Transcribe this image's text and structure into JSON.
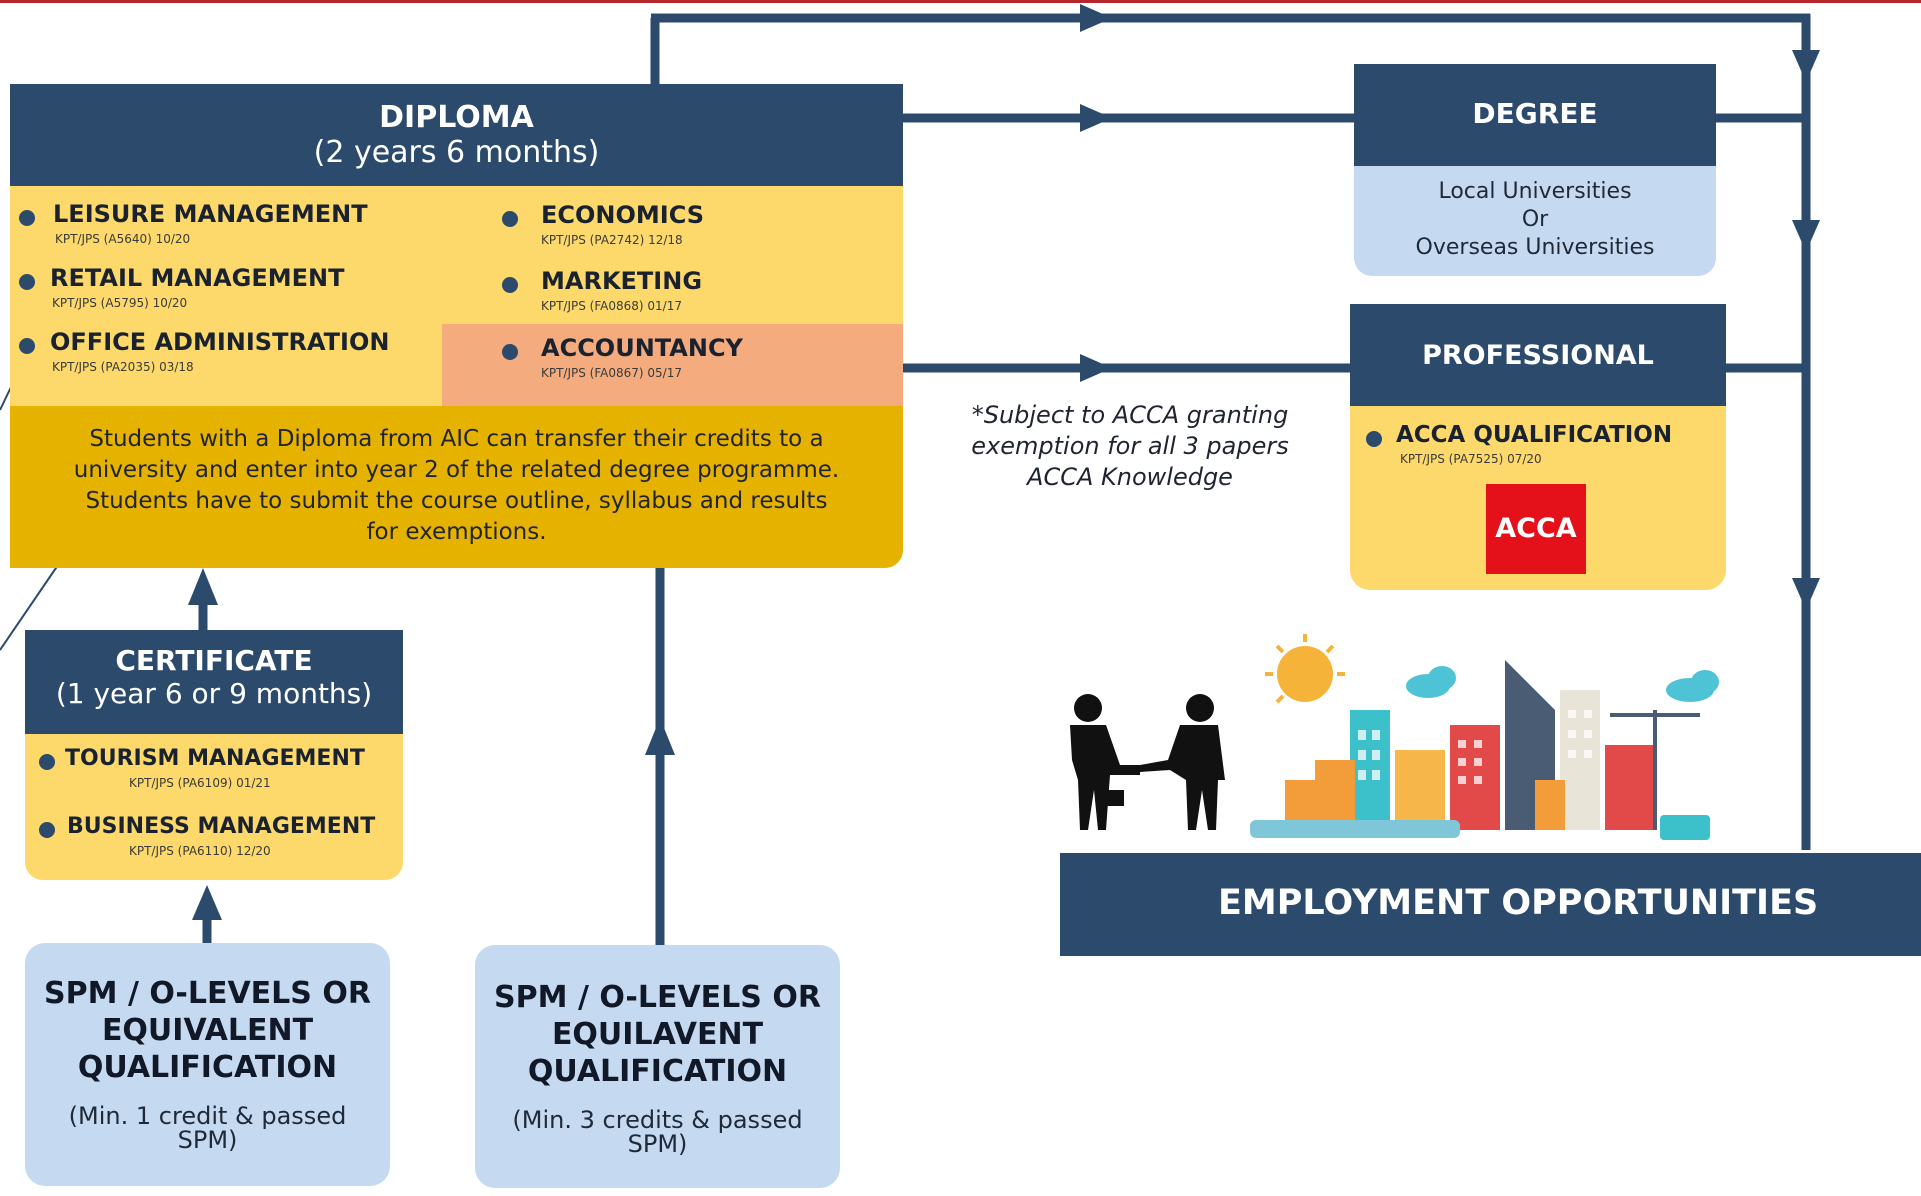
{
  "diploma": {
    "title": "DIPLOMA",
    "subtitle": "(2 years 6 months)",
    "programs": [
      {
        "name": "LEISURE MANAGEMENT",
        "code": "KPT/JPS (A5640) 10/20"
      },
      {
        "name": "RETAIL MANAGEMENT",
        "code": "KPT/JPS (A5795) 10/20"
      },
      {
        "name": "OFFICE ADMINISTRATION",
        "code": "KPT/JPS (PA2035) 03/18"
      },
      {
        "name": "ECONOMICS",
        "code": "KPT/JPS (PA2742) 12/18"
      },
      {
        "name": "MARKETING",
        "code": "KPT/JPS (FA0868) 01/17"
      },
      {
        "name": "ACCOUNTANCY",
        "code": "KPT/JPS (FA0867) 05/17"
      }
    ],
    "note_lines": [
      "Students with a Diploma from AIC can transfer their credits to a",
      "university and enter into year 2 of the related degree programme.",
      "Students have to submit the course outline, syllabus and results",
      "for exemptions."
    ]
  },
  "degree": {
    "title": "DEGREE",
    "lines": [
      "Local Universities",
      "Or",
      "Overseas Universities"
    ]
  },
  "professional": {
    "title": "PROFESSIONAL",
    "program": {
      "name": "ACCA QUALIFICATION",
      "code": "KPT/JPS (PA7525) 07/20"
    },
    "logo_text": "ACCA"
  },
  "acca_note": [
    "*Subject to ACCA granting",
    "exemption for all 3 papers",
    "ACCA Knowledge"
  ],
  "certificate": {
    "title": "CERTIFICATE",
    "subtitle": "(1 year 6 or 9 months)",
    "programs": [
      {
        "name": "TOURISM MANAGEMENT",
        "code": "KPT/JPS (PA6109) 01/21"
      },
      {
        "name": "BUSINESS MANAGEMENT",
        "code": "KPT/JPS (PA6110) 12/20"
      }
    ]
  },
  "entry_left": {
    "title_lines": [
      "SPM / O-LEVELS OR",
      "EQUIVALENT",
      "QUALIFICATION"
    ],
    "sub_lines": [
      "(Min. 1 credit & passed",
      "SPM)"
    ]
  },
  "entry_right": {
    "title_lines": [
      "SPM / O-LEVELS OR",
      "EQUILAVENT",
      "QUALIFICATION"
    ],
    "sub_lines": [
      "(Min. 3 credits & passed",
      "SPM)"
    ]
  },
  "employment": {
    "label": "EMPLOYMENT OPPORTUNITIES"
  },
  "colors": {
    "navy": "#2c4a6b",
    "yellow": "#fcd96a",
    "dark_yellow": "#e6b200",
    "light_blue": "#c5daf1",
    "salmon": "#f4ac7e",
    "acca_red": "#e4101a",
    "top_rule": "#b5272d"
  }
}
